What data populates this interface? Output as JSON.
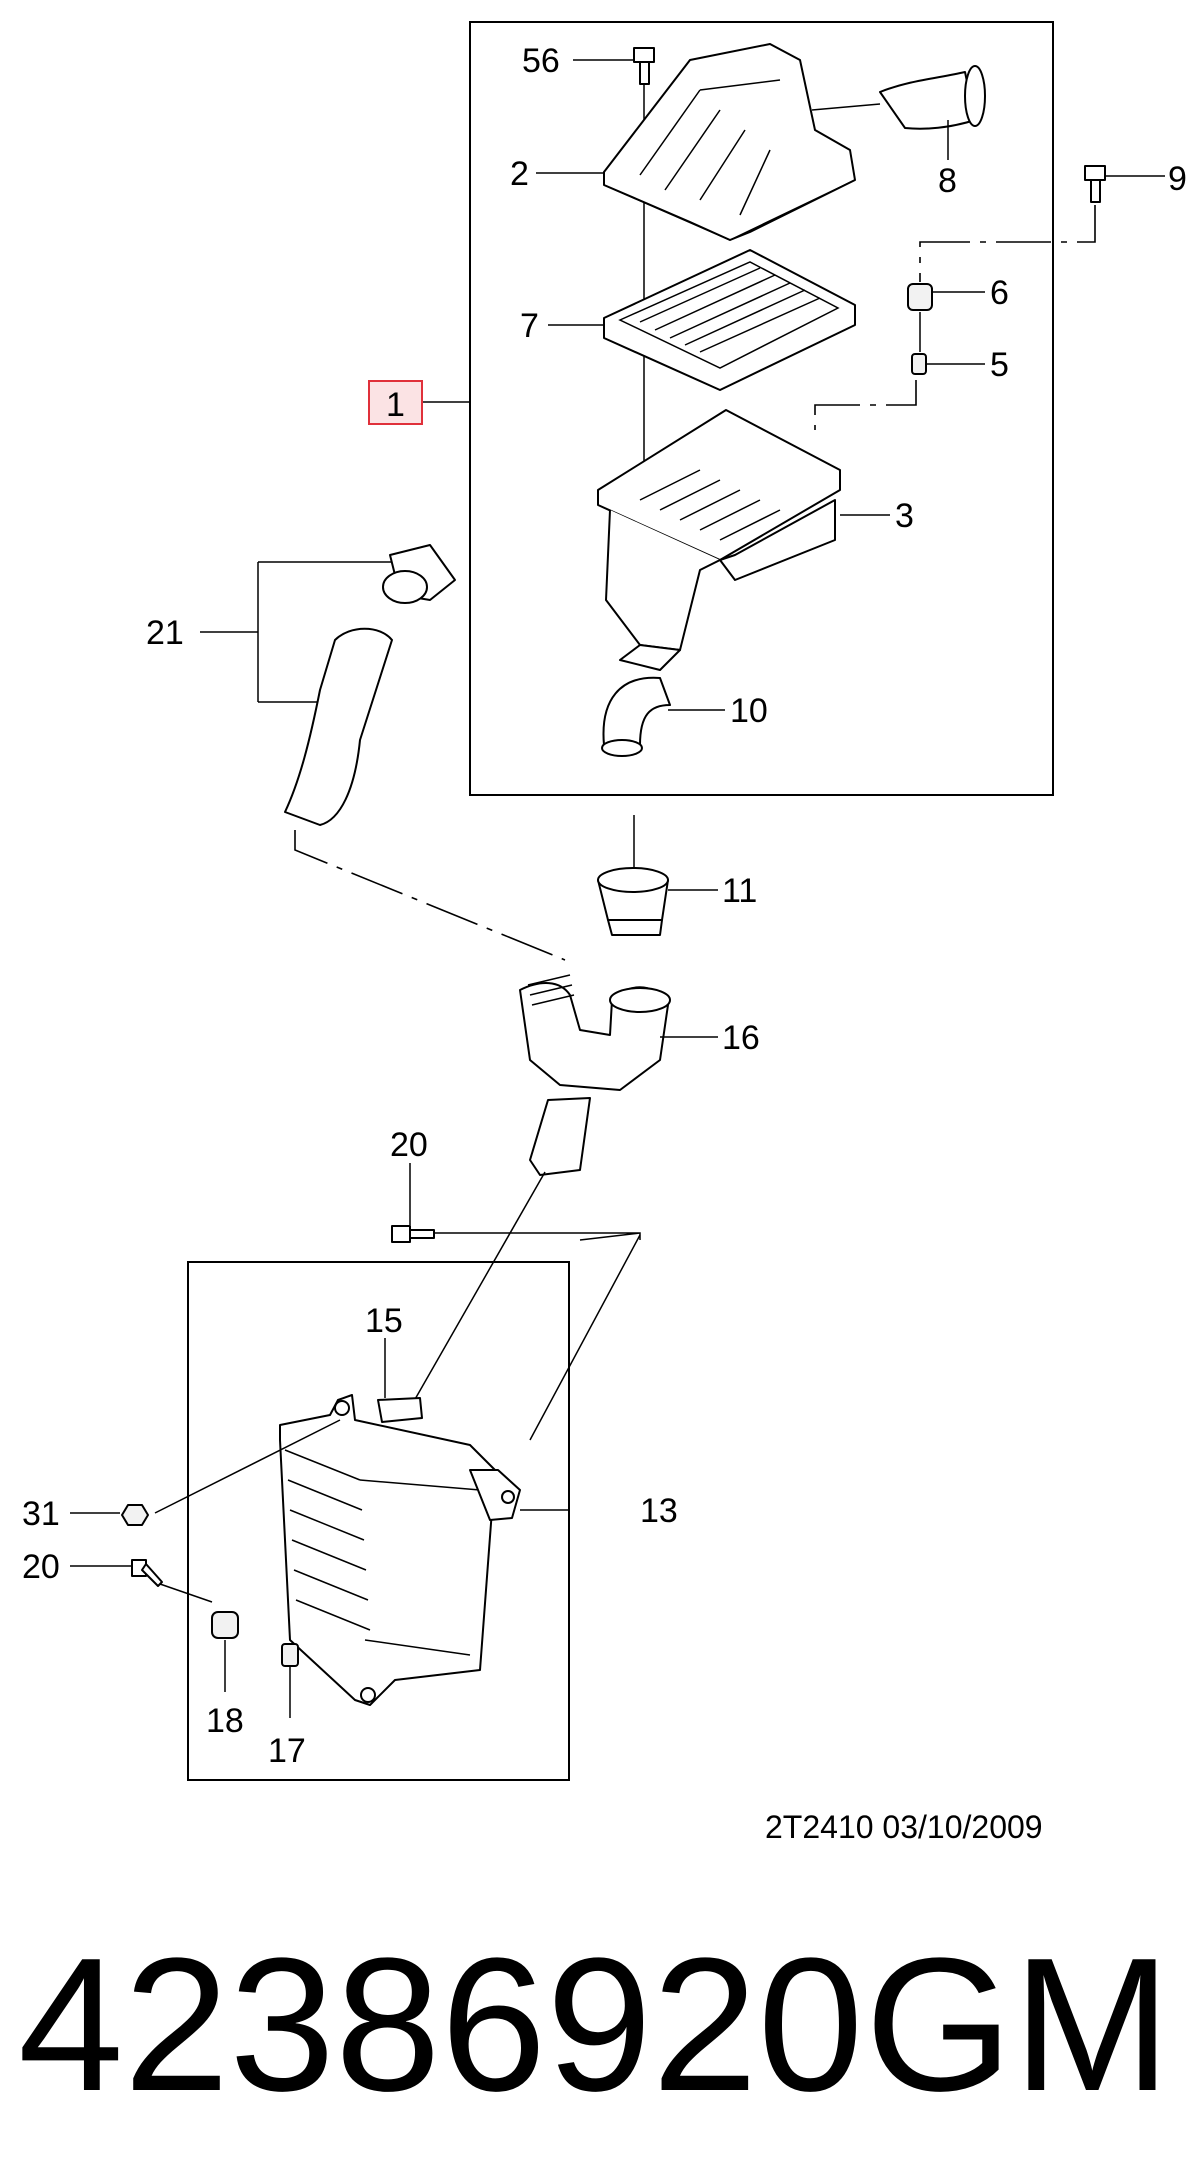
{
  "callouts": {
    "c56": "56",
    "c2": "2",
    "c8": "8",
    "c9": "9",
    "c6": "6",
    "c7": "7",
    "c5": "5",
    "c1": "1",
    "c3": "3",
    "c21": "21",
    "c10": "10",
    "c11": "11",
    "c16": "16",
    "c20a": "20",
    "c15": "15",
    "c31": "31",
    "c13": "13",
    "c20b": "20",
    "c18": "18",
    "c17": "17"
  },
  "doc_code": "2T2410  03/10/2009",
  "part_number": "42386920",
  "brand": "GM",
  "colors": {
    "highlight_box": "#e0303a",
    "highlight_fill": "#fbe3e4"
  }
}
